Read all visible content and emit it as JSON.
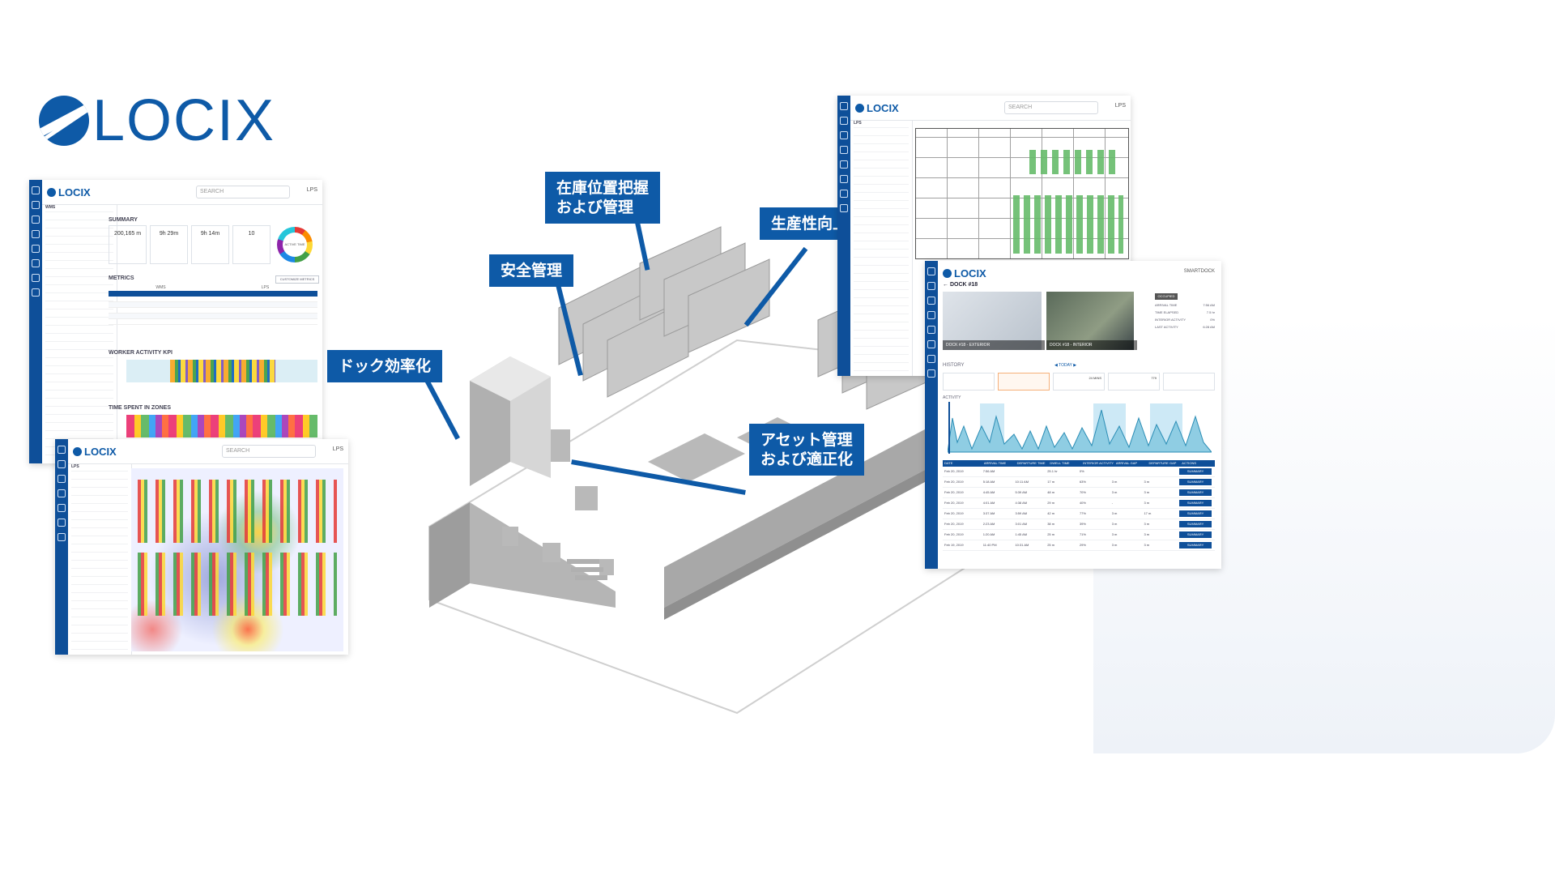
{
  "brand": {
    "name": "LOCIX",
    "color": "#0e5aa7"
  },
  "callouts": {
    "inventory": [
      "在庫位置把握",
      "および管理"
    ],
    "productivity": "生産性向上",
    "safety": "安全管理",
    "dock": "ドック効率化",
    "asset": [
      "アセット管理",
      "および適正化"
    ]
  },
  "dashboard_summary": {
    "logo": "LOCIX",
    "search_placeholder": "SEARCH",
    "site": "LPS",
    "panel_title": "WMS",
    "summary_title": "SUMMARY",
    "summary_cards": [
      {
        "value": "200,165 m"
      },
      {
        "value": "9h 29m"
      },
      {
        "value": "9h 14m"
      },
      {
        "value": "10"
      }
    ],
    "donut_label": "ACTIVE TIME",
    "metrics_title": "METRICS",
    "metrics_button": "CUSTOMIZE METRICS",
    "metrics_headers": [
      "WMS",
      "LPS"
    ],
    "worker_kpi_title": "WORKER ACTIVITY KPI",
    "time_in_zones_title": "TIME SPENT IN ZONES"
  },
  "dashboard_heatmap": {
    "logo": "LOCIX",
    "search_placeholder": "SEARCH",
    "site": "LPS",
    "panel_title": "LPS"
  },
  "dashboard_map": {
    "logo": "LOCIX",
    "search_placeholder": "SEARCH",
    "site": "LPS",
    "panel_title": "LPS"
  },
  "dashboard_dock": {
    "logo": "LOCIX",
    "menu": "SMARTDOCK",
    "dock_title": "DOCK #18",
    "camera_exterior": "DOCK #18 - EXTERIOR",
    "camera_interior": "DOCK #18 - INTERIOR",
    "status_badge": "OCCUPIED",
    "stats": [
      {
        "label": "ARRIVAL TIME",
        "value": "7:56 AM"
      },
      {
        "label": "TIME ELAPSED",
        "value": "7.5 hr"
      },
      {
        "label": "INTERIOR ACTIVITY",
        "value": "0%"
      },
      {
        "label": "LAST ACTIVITY",
        "value": "6:28 AM"
      }
    ],
    "history_title": "HISTORY",
    "history_range": "TODAY",
    "kpis": [
      "",
      "",
      "24 MINS",
      "779",
      ""
    ],
    "activity_title": "ACTIVITY",
    "table_headers": [
      "DATE",
      "ARRIVAL TIME",
      "DEPARTURE TIME",
      "DWELL TIME",
      "INTERIOR ACTIVITY",
      "ARRIVAL GAP",
      "DEPARTURE GAP",
      "ACTIONS"
    ],
    "table_rows": [
      [
        "Feb 20, 2019",
        "7:56 AM",
        "",
        "25.1 hr",
        "0%",
        "",
        "",
        "SUMMARY"
      ],
      [
        "Feb 20, 2019",
        "5:18 AM",
        "10:11 AM",
        "17 m",
        "63%",
        "3 m",
        "3 m",
        "SUMMARY"
      ],
      [
        "Feb 20, 2019",
        "4:45 AM",
        "5:39 AM",
        "48 m",
        "70%",
        "3 m",
        "3 m",
        "SUMMARY"
      ],
      [
        "Feb 20, 2019",
        "4:01 AM",
        "4:38 AM",
        "29 m",
        "40%",
        "-",
        "3 m",
        "SUMMARY"
      ],
      [
        "Feb 20, 2019",
        "3:37 AM",
        "3:59 AM",
        "42 m",
        "77%",
        "3 m",
        "17 m",
        "SUMMARY"
      ],
      [
        "Feb 20, 2019",
        "2:23 AM",
        "3:01 AM",
        "38 m",
        "39%",
        "3 m",
        "3 m",
        "SUMMARY"
      ],
      [
        "Feb 20, 2019",
        "1:20 AM",
        "1:45 AM",
        "25 m",
        "71%",
        "3 m",
        "3 m",
        "SUMMARY"
      ],
      [
        "Feb 19, 2019",
        "11:40 PM",
        "10:31 AM",
        "25 m",
        "29%",
        "3 m",
        "3 m",
        "SUMMARY"
      ]
    ]
  }
}
